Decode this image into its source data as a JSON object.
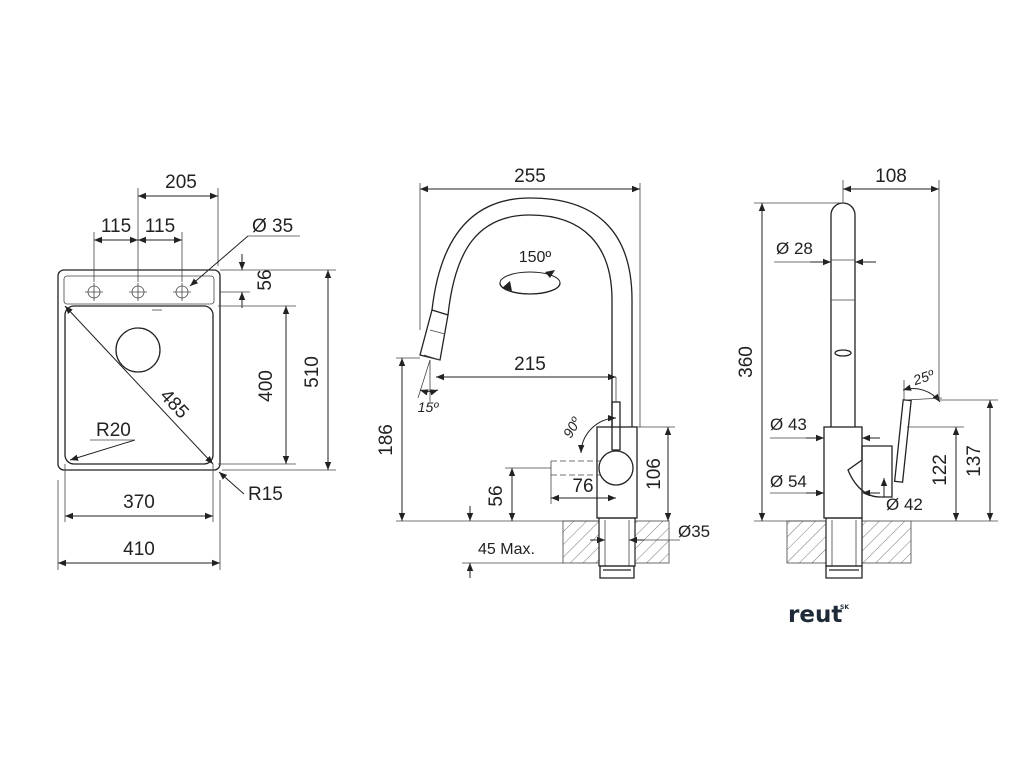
{
  "sink": {
    "width_top": "205",
    "hole_spacing_a": "115",
    "hole_spacing_b": "115",
    "hole_diameter": "Ø 35",
    "hole_offset": "56",
    "bowl_depth": "400",
    "overall_depth": "510",
    "diagonal": "485",
    "inner_radius": "R20",
    "bowl_width": "370",
    "outer_radius": "R15",
    "overall_width": "410"
  },
  "faucet_front": {
    "reach_total": "255",
    "rotation": "150º",
    "reach_spout": "215",
    "spray_angle": "15º",
    "lever_angle": "90º",
    "height_total": "186",
    "body_height": "106",
    "lever_height": "56",
    "lever_reach": "76",
    "counter_max": "45 Max.",
    "shank_diameter": "Ø35"
  },
  "faucet_side": {
    "reach": "108",
    "spout_diameter": "Ø 28",
    "height": "360",
    "lever_angle": "25º",
    "body_diameter": "Ø 43",
    "lever_height": "122",
    "total_height": "137",
    "base_diameter": "Ø 54",
    "lever_diameter": "Ø 42"
  },
  "logo": {
    "text": "reut",
    "sup": "SK"
  }
}
